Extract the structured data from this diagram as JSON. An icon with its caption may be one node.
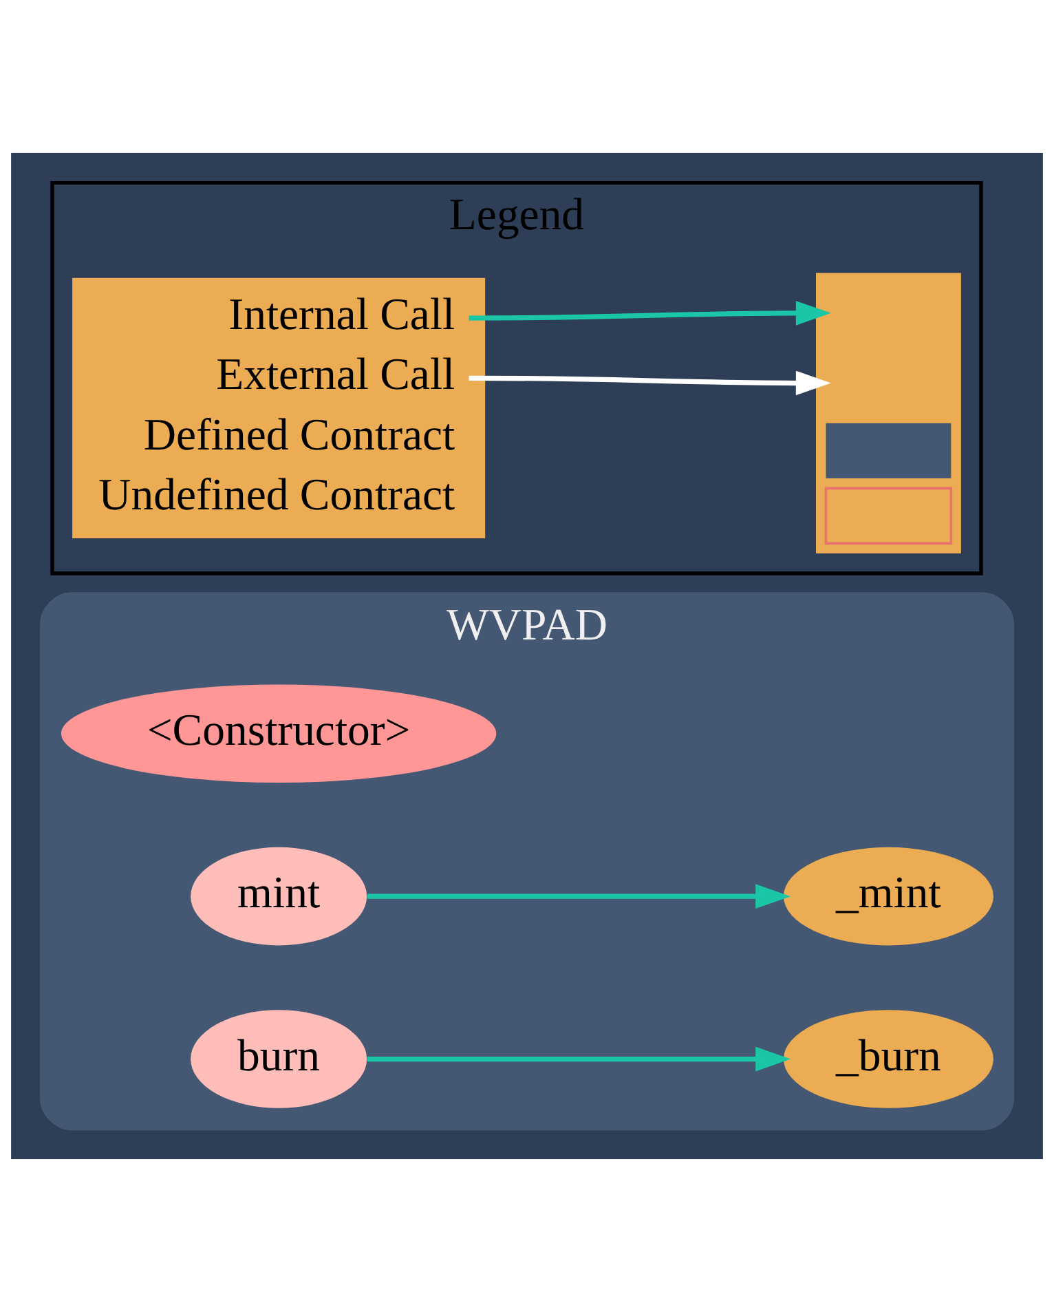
{
  "diagram": {
    "nodes": [
      {
        "text": [
          "Legend"
        ]
      },
      {
        "text": [
          "Internal Call",
          "External Call",
          "Defined Contract",
          "Undefined Contract"
        ],
        "in": 0
      },
      {
        "text": [],
        "shape": "box",
        "in": 0
      },
      {
        "text": [
          "WVPAD"
        ]
      },
      {
        "text": [
          "<Constructor>"
        ],
        "in": 3
      },
      {
        "text": [
          "mint"
        ],
        "in": 3
      },
      {
        "text": [
          "_mint"
        ],
        "in": 3
      },
      {
        "text": [
          "burn"
        ],
        "in": 3
      },
      {
        "text": [
          "_burn"
        ],
        "in": 3
      }
    ],
    "edges": [
      {
        "from": 1,
        "to": 2,
        "arrow": "to",
        "color": "#1bc6a6"
      },
      {
        "from": 1,
        "to": 2,
        "arrow": "to",
        "color": "#ffffff"
      },
      {
        "from": 5,
        "to": 6,
        "arrow": "to",
        "color": "#1bc6a6"
      },
      {
        "from": 7,
        "to": 8,
        "arrow": "to",
        "color": "#1bc6a6"
      }
    ]
  }
}
